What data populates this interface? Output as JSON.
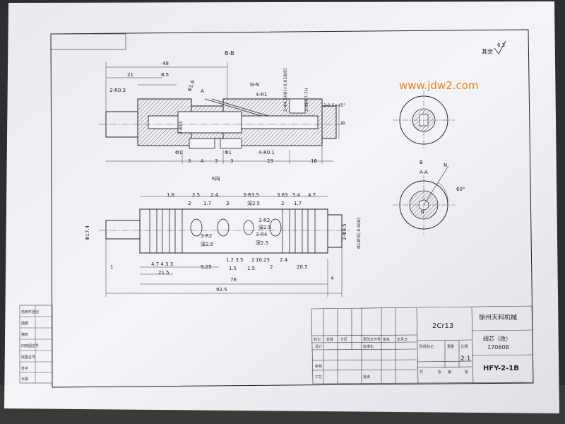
{
  "views": {
    "section_bb": "B-B",
    "section_nn": "N-N",
    "k_view": "K向",
    "section_b": "B",
    "section_aa": "A-A",
    "label_a": "A",
    "label_n": "N"
  },
  "roughness": {
    "prefix": "其余",
    "value": "6.3"
  },
  "watermark": "www.jdw2.com",
  "top_dims": {
    "d48": "48",
    "d21": "21",
    "d85": "8.5",
    "r03": "2-R0.3",
    "phi16": "Φ1.6",
    "r1": "4-R1",
    "bore1": "2-Φ4.5H8(+0.018/0)",
    "bore2": "2-Φ6H7-7H",
    "chamfer": "2-0.5×45°",
    "thread": "2-Φ13",
    "phi1a": "Φ1",
    "phi1b": "Φ1",
    "r01": "4-R0.1",
    "d3a": "3",
    "d3b": "3",
    "d3c": "3",
    "d23": "23",
    "d16": "16",
    "d8": "8"
  },
  "bottom_dims": {
    "t16": "1.6",
    "t25": "2.5",
    "t2": "2",
    "t24": "2.4",
    "t17a": "1.7",
    "r35": "3-R3.5",
    "deep25a": "深2.5",
    "t3": "3",
    "t63": "3.63",
    "t54": "5.4",
    "t47": "4.7",
    "t2b": "2",
    "t17b": "1.7",
    "phi174": "Φ17.4",
    "r2a": "3-R2",
    "deep25b": "深2.5",
    "r2b": "3-R2",
    "deep25c": "深2.5",
    "r4": "3-R4",
    "deep25d": "深2.5",
    "phi95": "2-Φ9.5",
    "phi18": "Φ18h5(-0.008)",
    "b1": "1",
    "b474": "4.7 4 3 3",
    "b215": "21.5",
    "b925": "9.25",
    "b1235": "1.2 3.5",
    "b15a": "1.5",
    "b15b": "1.5",
    "b2a": "2",
    "b1025": "10.25",
    "b2b": "2",
    "b24": "2 4",
    "b205": "20.5",
    "b76": "76",
    "b4": "4",
    "b925t": "92.5",
    "ang60": "60°"
  },
  "title_block": {
    "material": "2Cr13",
    "company": "徐州天科机械",
    "part_name": "阀芯（改）",
    "part_code": "170608",
    "drawing_no": "HFY-2-1B",
    "scale": "2:1",
    "side_labels": [
      "借用件登记",
      "描图",
      "描校",
      "旧底图总号",
      "底图总号",
      "签字",
      "日期"
    ],
    "row_labels": [
      "标记",
      "处数",
      "分区",
      "更改文件号",
      "签名",
      "年月日"
    ],
    "design": "设计",
    "standard": "标准化",
    "review": "审核",
    "process": "工艺",
    "approve": "批准",
    "stage_mark": "阶段标记",
    "weight": "重量",
    "ratio": "比例",
    "sheets": "共",
    "sheet": "张",
    "of": "第"
  }
}
